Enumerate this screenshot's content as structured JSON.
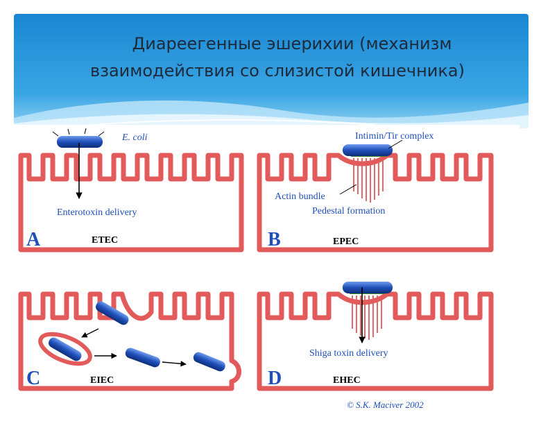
{
  "slide": {
    "title_line1": "Диареегенные эшерихии (механизм",
    "title_line2": "взаимодействия со слизистой кишечника)"
  },
  "colors": {
    "header_blue": "#1f8fd6",
    "membrane_red": "#e25a5a",
    "bacterium_blue": "#1f4fb8",
    "text_dark": "#1d2a3a"
  },
  "figure": {
    "panels": {
      "a": {
        "letter": "A",
        "name": "ETEC",
        "label_ecoli": "E. coli",
        "label_delivery": "Enterotoxin delivery"
      },
      "b": {
        "letter": "B",
        "name": "EPEC",
        "label_complex": "Intimin/Tir complex",
        "label_actin": "Actin bundle",
        "label_pedestal": "Pedestal formation"
      },
      "c": {
        "letter": "C",
        "name": "EIEC"
      },
      "d": {
        "letter": "D",
        "name": "EHEC",
        "label_delivery": "Shiga toxin delivery"
      }
    },
    "copyright": "© S.K. Maciver 2002"
  }
}
